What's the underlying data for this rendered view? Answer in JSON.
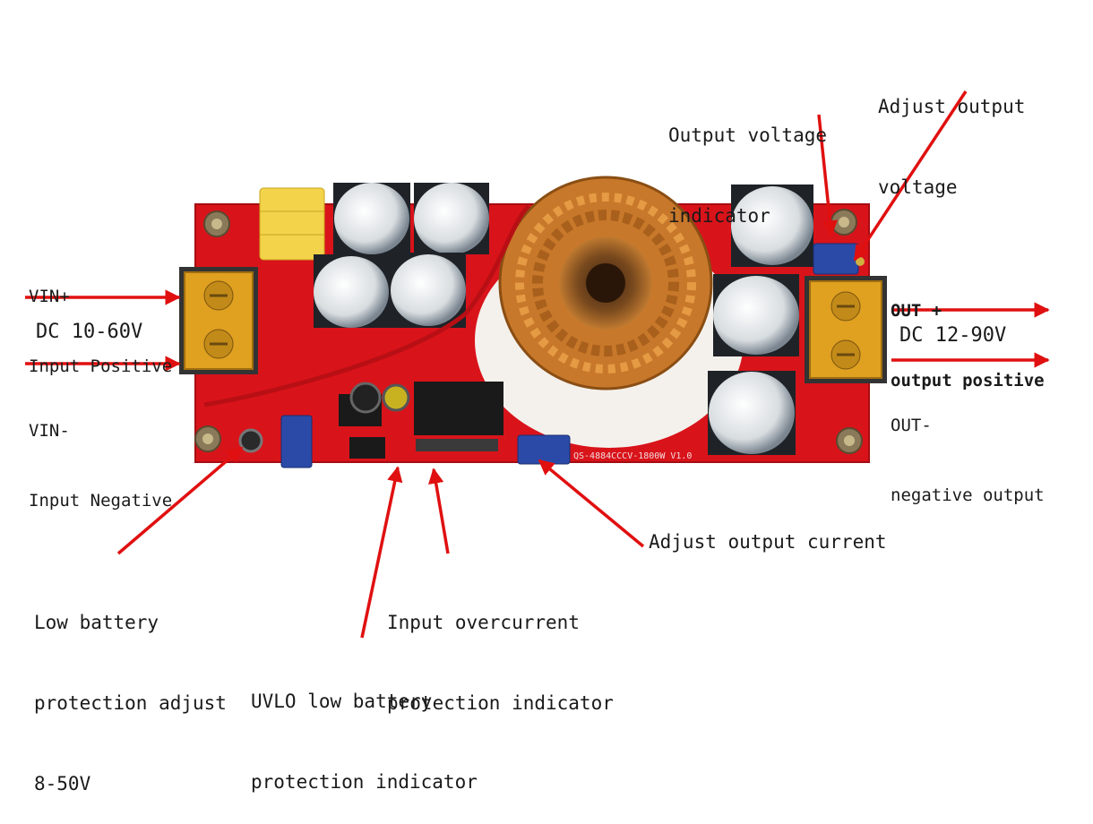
{
  "labels": {
    "vin_pos_1": "VIN+",
    "vin_pos_2": "Input Positive",
    "dc_in": "DC 10-60V",
    "vin_neg_1": "VIN-",
    "vin_neg_2": "Input Negative",
    "out_volt_ind_1": "Output voltage",
    "out_volt_ind_2": "indicator",
    "adj_out_volt_1": "Adjust output",
    "adj_out_volt_2": "voltage",
    "out_pos_1": "OUT +",
    "out_pos_2": "output positive",
    "dc_out": "DC 12-90V",
    "out_neg_1": "OUT-",
    "out_neg_2": "negative output",
    "adj_out_current": "Adjust output current",
    "input_oc_1": "Input overcurrent",
    "input_oc_2": "protection indicator",
    "low_batt_1": "Low battery",
    "low_batt_2": "protection adjust",
    "low_batt_3": "8-50V",
    "uvlo_1": "UVLO low battery",
    "uvlo_2": "protection indicator"
  },
  "board": {
    "silk_text": "QS-4884CCCV-1800W  V1.0"
  },
  "colors": {
    "pcb": "#d9131a",
    "arrow": "#e01010",
    "copper": "#c8782a",
    "terminal": "#e0a020"
  }
}
